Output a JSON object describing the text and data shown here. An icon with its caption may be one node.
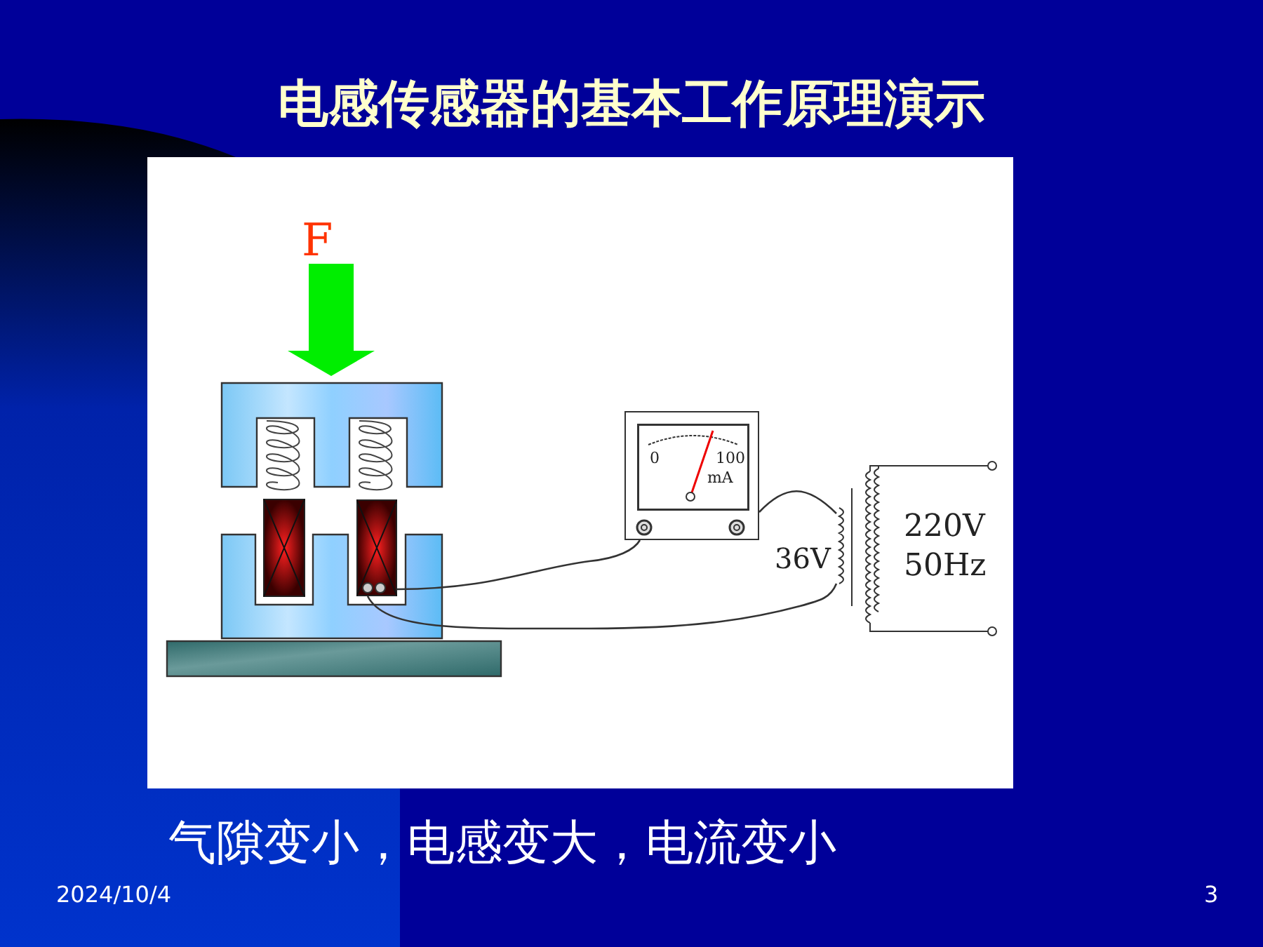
{
  "diagram": {
    "title": "电感传感器的基本工作原理演示",
    "caption": "气隙变小，电感变大，电流变小",
    "nodes": [
      {
        "text": [
          "0",
          "100",
          "mA"
        ]
      },
      {
        "text": [
          "220V 50Hz"
        ],
        "beside": [
          "36V"
        ]
      },
      {
        "text": [],
        "shape": "picture"
      }
    ],
    "edges": [
      {
        "from": 2,
        "to": 0,
        "arrow": "none"
      },
      {
        "from": 0,
        "to": 1,
        "arrow": "none"
      },
      {
        "from": 2,
        "to": 1,
        "arrow": "none"
      }
    ],
    "labels": [
      "F",
      "2024/10/4",
      "3"
    ]
  }
}
